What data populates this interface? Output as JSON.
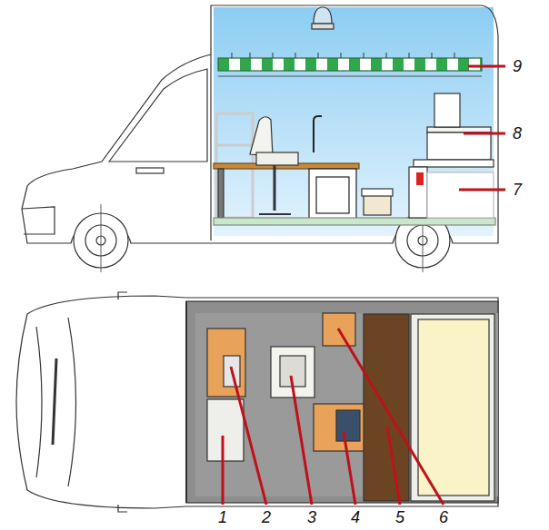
{
  "diagram": {
    "labels": [
      "9",
      "8",
      "7",
      "1",
      "2",
      "3",
      "4",
      "5",
      "6"
    ]
  }
}
